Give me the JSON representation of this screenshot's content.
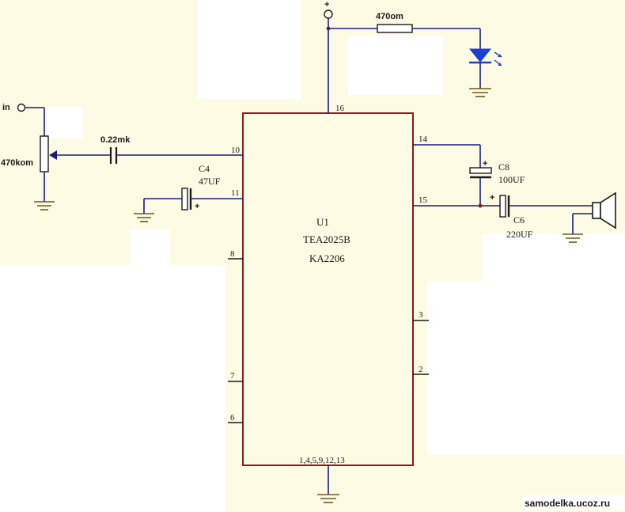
{
  "colors": {
    "paper": "#fdfbe3",
    "wire": "#1a1a8c",
    "chip": "#8b1a1a",
    "label": "#1a1a1a",
    "led": "#1a3fd8"
  },
  "ic": {
    "ref": "U1",
    "part": "TEA2025B",
    "alt_part": "KA2206",
    "ground_pins": "1,4,5,9,12,13",
    "pins": {
      "p16": "16",
      "p10": "10",
      "p11": "11",
      "p8": "8",
      "p7": "7",
      "p6": "6",
      "p14": "14",
      "p15": "15",
      "p3": "3",
      "p2": "2"
    }
  },
  "components": {
    "input_label": "in",
    "pot_value": "470kom",
    "coupling_cap_value": "0.22mk",
    "c4_ref": "C4",
    "c4_value": "47UF",
    "c8_ref": "C8",
    "c8_value": "100UF",
    "c6_ref": "C6",
    "c6_value": "220UF",
    "resistor_value": "470om",
    "supply_symbol": "+",
    "polarity_plus": "+"
  },
  "icons": [
    "led-icon",
    "speaker-icon",
    "ground-icon",
    "potentiometer-icon",
    "capacitor-icon",
    "resistor-icon"
  ],
  "watermark": "samodelka.ucoz.ru"
}
